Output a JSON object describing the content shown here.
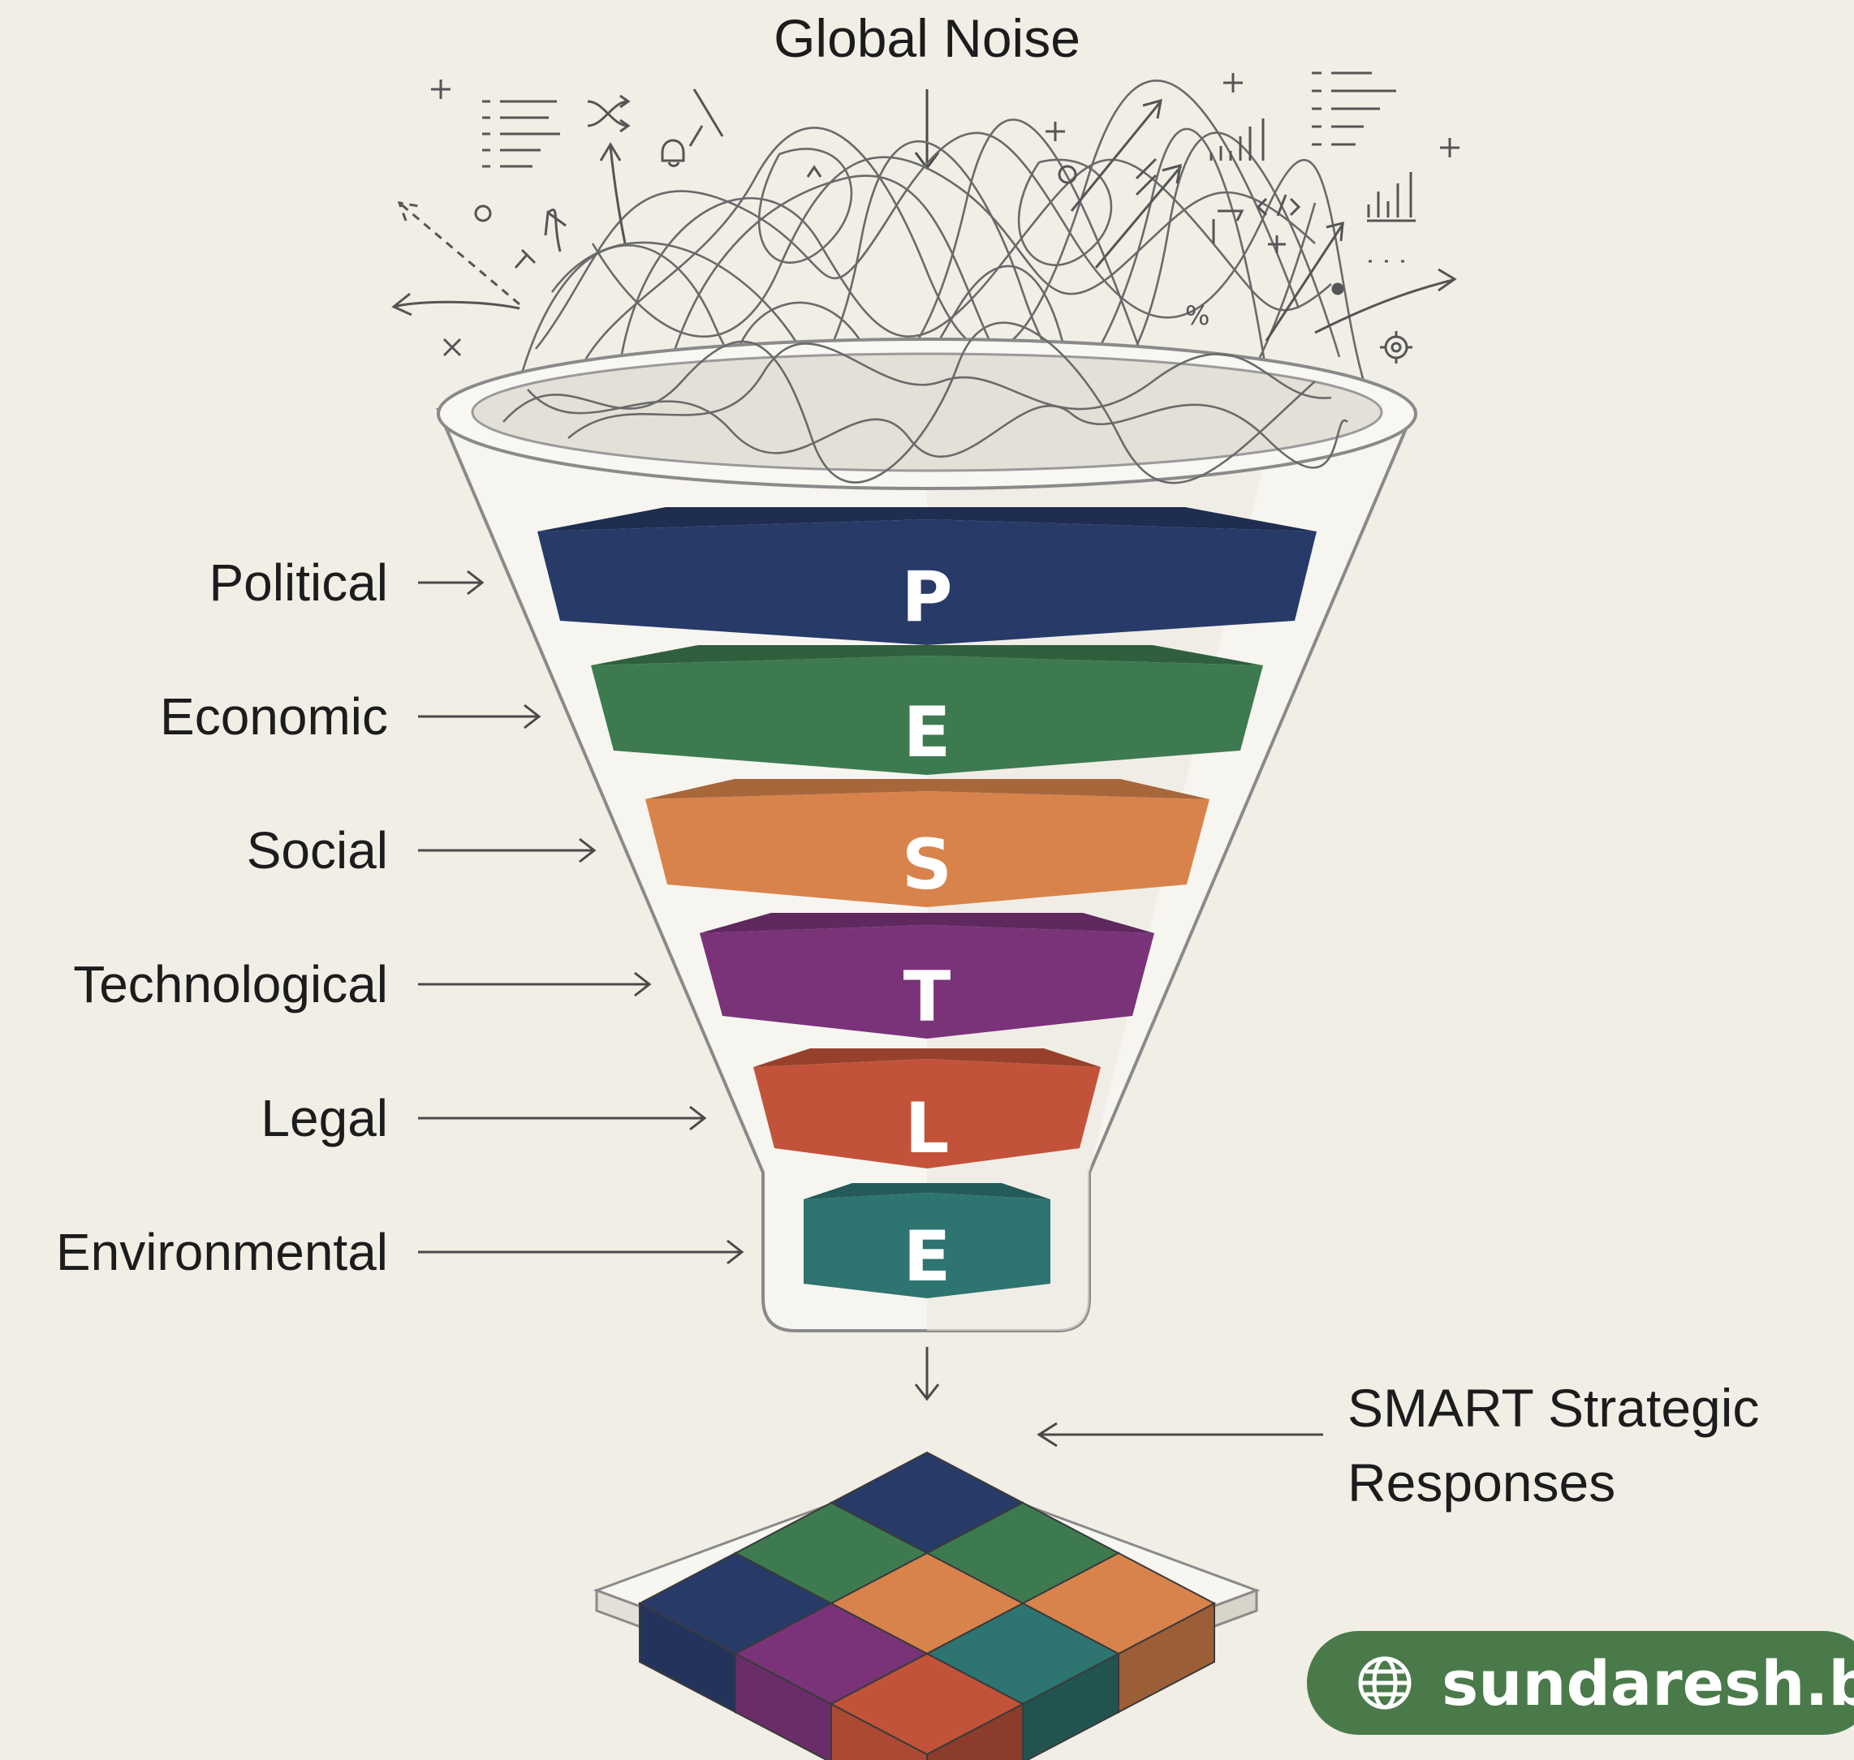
{
  "title": "Global Noise",
  "factors": [
    {
      "label": "Political",
      "letter": "P",
      "color": "#283a68"
    },
    {
      "label": "Economic",
      "letter": "E",
      "color": "#3e7a50"
    },
    {
      "label": "Social",
      "letter": "S",
      "color": "#d8834c"
    },
    {
      "label": "Technological",
      "letter": "T",
      "color": "#7a3378"
    },
    {
      "label": "Legal",
      "letter": "L",
      "color": "#c2533a"
    },
    {
      "label": "Environmental",
      "letter": "E",
      "color": "#2e7470"
    }
  ],
  "output": {
    "line1": "SMART Strategic",
    "line2": "Responses"
  },
  "badge": {
    "text": "sundaresh.b",
    "icon": "globe-icon",
    "color": "#4a7a4a"
  },
  "noise_icons": [
    "plus-icon",
    "list-icon",
    "shuffle-icon",
    "bar-chart-icon",
    "code-icon",
    "percent-icon",
    "gear-icon",
    "arrow-icon"
  ]
}
